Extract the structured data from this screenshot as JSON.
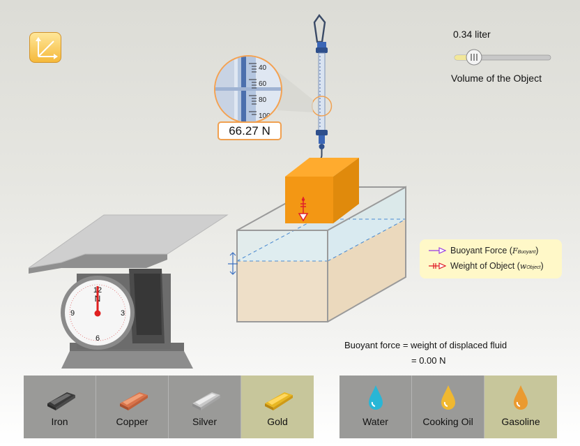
{
  "toolbar": {
    "axes_icon": "axes-icon"
  },
  "volume": {
    "value_text": "0.34 liter",
    "label": "Volume of the Object",
    "value_liters": 0.34
  },
  "spring_scale": {
    "zoom_ticks": [
      "40",
      "60",
      "80",
      "100"
    ],
    "readout": "66.27 N"
  },
  "dial_scale": {
    "unit": "N",
    "dial_numbers": [
      "12",
      "3",
      "6",
      "9"
    ]
  },
  "legend": {
    "buoyant_label": "Buoyant Force (",
    "buoyant_symbol": "F",
    "buoyant_sub": "Buoyant",
    "weight_label": "Weight of Object (",
    "weight_symbol": "w",
    "weight_sub": "Object",
    "close": ")",
    "colors": {
      "buoyant": "#9b3fe0",
      "weight": "#e0202a"
    }
  },
  "formula": {
    "line1": "Buoyant force = weight of displaced fluid",
    "line2": "= 0.00 N"
  },
  "materials": [
    {
      "label": "Iron",
      "icon": "iron-bar-icon",
      "selected": false,
      "color": "#555555"
    },
    {
      "label": "Copper",
      "icon": "copper-bar-icon",
      "selected": false,
      "color": "#c86a45"
    },
    {
      "label": "Silver",
      "icon": "silver-bar-icon",
      "selected": false,
      "color": "#bdbdbd"
    },
    {
      "label": "Gold",
      "icon": "gold-bar-icon",
      "selected": true,
      "color": "#e2b020"
    }
  ],
  "fluids": [
    {
      "label": "Water",
      "icon": "water-drop-icon",
      "selected": false,
      "color": "#29b6d6"
    },
    {
      "label": "Cooking Oil",
      "icon": "oil-drop-icon",
      "selected": false,
      "color": "#f0b830"
    },
    {
      "label": "Gasoline",
      "icon": "gasoline-drop-icon",
      "selected": true,
      "color": "#ea9a30"
    }
  ]
}
